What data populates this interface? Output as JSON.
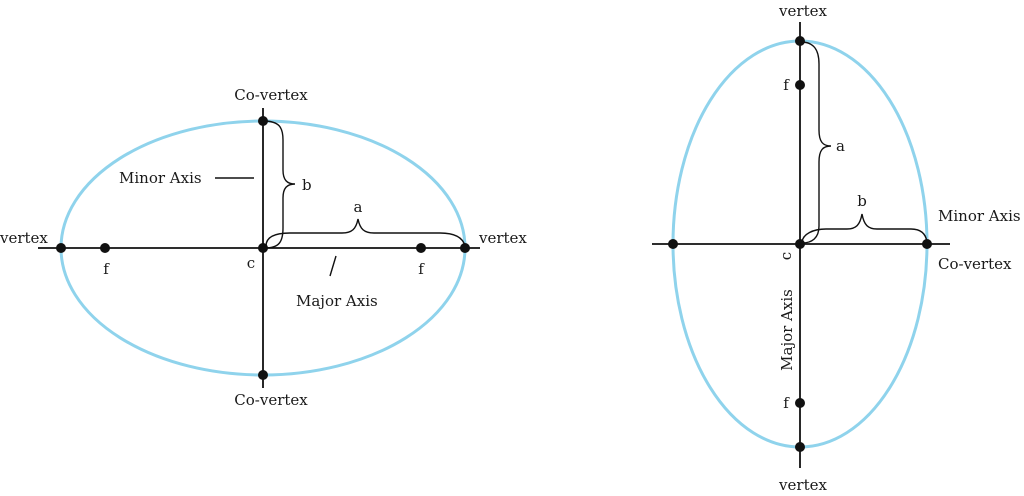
{
  "colors": {
    "ellipse": "#8fd3ec",
    "ink": "#111111"
  },
  "horizontal_ellipse": {
    "vertex_left": "vertex",
    "vertex_right": "vertex",
    "covertex_top": "Co-vertex",
    "covertex_bottom": "Co-vertex",
    "focus_left": "f",
    "focus_right": "f",
    "center": "c",
    "minor_axis": "Minor Axis",
    "major_axis": "Major Axis",
    "semi_major": "a",
    "semi_minor": "b"
  },
  "vertical_ellipse": {
    "vertex_top": "vertex",
    "vertex_bottom": "vertex",
    "focus_top": "f",
    "focus_bottom": "f",
    "center": "c",
    "minor_axis": "Minor Axis",
    "covertex": "Co-vertex",
    "major_axis": "Major Axis",
    "semi_major": "a",
    "semi_minor": "b"
  }
}
